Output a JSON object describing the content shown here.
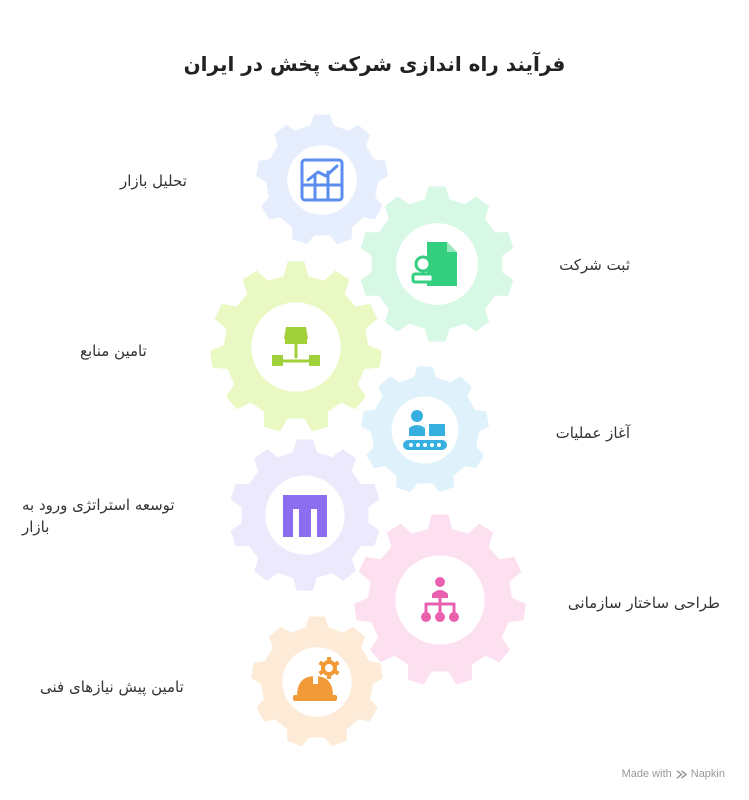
{
  "title": "فرآیند راه اندازی شرکت پخش در ایران",
  "steps": [
    {
      "label": "تحلیل بازار",
      "icon": "bar-chart-icon",
      "gear_color": "#e6eefd",
      "icon_color": "#5b8def"
    },
    {
      "label": "ثبت شرکت",
      "icon": "document-stamp-icon",
      "gear_color": "#d8f8e6",
      "icon_color": "#33cf7f"
    },
    {
      "label": "تامین منابع",
      "icon": "network-icon",
      "gear_color": "#eaf9c4",
      "icon_color": "#a0d13a"
    },
    {
      "label": "آغاز عملیات",
      "icon": "worker-conveyor-icon",
      "gear_color": "#dff2fb",
      "icon_color": "#37b0e0"
    },
    {
      "label": "توسعه استراتژی ورود به بازار",
      "icon": "columns-icon",
      "gear_color": "#ece9fd",
      "icon_color": "#8b6ff0"
    },
    {
      "label": "طراحی ساختار سازمانی",
      "icon": "org-chart-icon",
      "gear_color": "#fde0f0",
      "icon_color": "#ea5fae"
    },
    {
      "label": "تامین پیش نیازهای فنی",
      "icon": "hardhat-gear-icon",
      "gear_color": "#fdebd7",
      "icon_color": "#f29a38"
    }
  ],
  "footer": {
    "made_with": "Made with",
    "brand": "Napkin"
  }
}
